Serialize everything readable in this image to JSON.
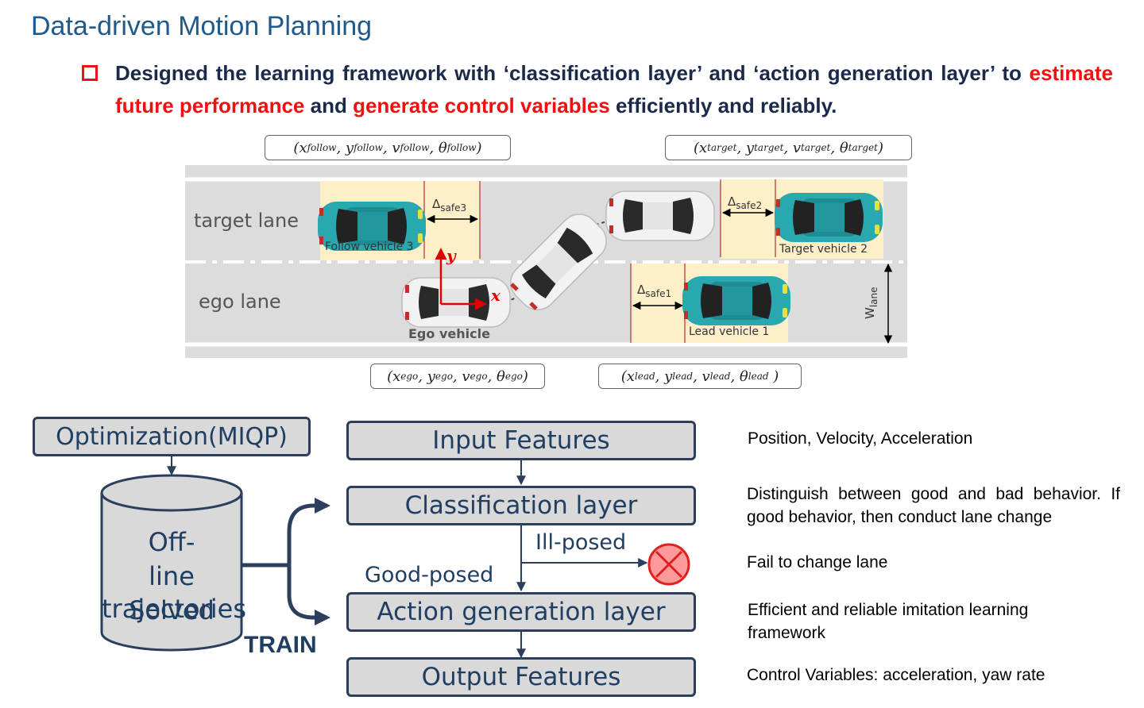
{
  "title": "Data-driven Motion Planning",
  "bullet": {
    "part1": "Designed the learning framework with ‘classification layer’ and ‘action generation layer’ to ",
    "red1": "estimate future performance",
    "part2": " and ",
    "red2": "generate control variables",
    "part3": " efficiently and reliably."
  },
  "states": {
    "follow": {
      "x": "x",
      "y": "y",
      "v": "v",
      "theta": "θ",
      "sub": "follow"
    },
    "target": {
      "x": "x",
      "y": "y",
      "v": "v",
      "theta": "θ",
      "sub": "target"
    },
    "ego": {
      "x": "x",
      "y": "y",
      "v": "v",
      "theta": "θ",
      "sub": "ego"
    },
    "lead": {
      "x": "x",
      "y": "y",
      "v": "v",
      "theta": "θ",
      "sub": "lead"
    }
  },
  "road": {
    "target_lane": "target lane",
    "ego_lane": "ego lane",
    "follow_vehicle": "Follow vehicle 3",
    "target_vehicle": "Target vehicle 2",
    "lead_vehicle": "Lead vehicle 1",
    "ego_vehicle": "Ego vehicle",
    "delta": "Δ",
    "safe3": "safe3",
    "safe2": "safe2",
    "safe1": "safe1",
    "w": "W",
    "w_sub": "lane",
    "axis_x": "x",
    "axis_y": "y"
  },
  "flow": {
    "optimization": "Optimization(MIQP)",
    "offline_1": "Off-",
    "offline_2": "line",
    "offline_3": "Solved",
    "offline_4": "trajectories",
    "train": "TRAIN",
    "input": "Input Features",
    "classification": "Classification layer",
    "ill_posed": "Ill-posed",
    "good_posed": "Good-posed",
    "action": "Action generation layer",
    "output": "Output Features"
  },
  "descriptions": {
    "input": "Position, Velocity, Acceleration",
    "classification": "Distinguish between good and bad behavior. If good behavior, then conduct lane change",
    "fail": "Fail to change lane",
    "action": "Efficient and reliable imitation learning framework",
    "output": "Control Variables: acceleration, yaw rate"
  },
  "colors": {
    "title": "#1f5a8c",
    "emphasis": "#f01010",
    "box_fill": "#d9d9d9",
    "box_border": "#2b3f5c",
    "teal_car": "#2aa8b0",
    "safe_zone": "#fdf0c8",
    "fail_icon": "#e02020"
  }
}
